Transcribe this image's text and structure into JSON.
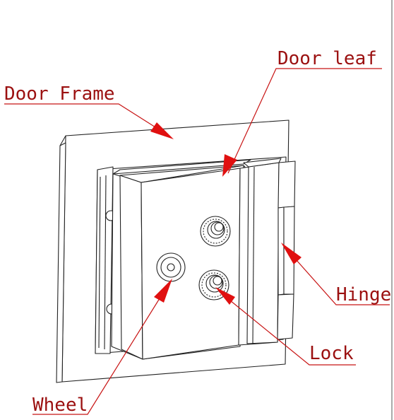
{
  "diagram": {
    "labels": {
      "door_leaf": "Door leaf",
      "door_frame": "Door Frame",
      "hinge": "Hinge",
      "lock": "Lock",
      "wheel": "Wheel"
    },
    "colors": {
      "line": "#222222",
      "leader": "#c81414",
      "arrow": "#e01010",
      "label_text": "#9b1010",
      "background": "#ffffff"
    }
  }
}
